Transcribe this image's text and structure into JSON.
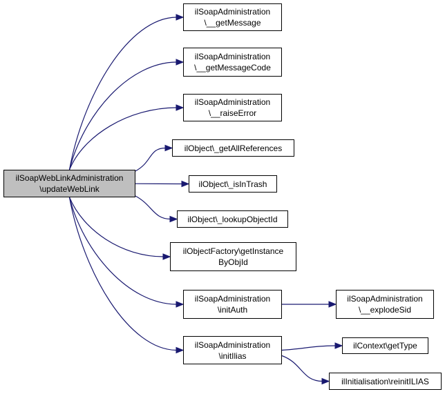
{
  "colors": {
    "edge": "#191970",
    "root_fill": "#bfbfbf",
    "node_fill": "#ffffff",
    "border": "#000000"
  },
  "nodes": {
    "root": [
      "ilSoapWebLinkAdministration",
      "\\updateWebLink"
    ],
    "getMessage": [
      "ilSoapAdministration",
      "\\__getMessage"
    ],
    "getMessageCode": [
      "ilSoapAdministration",
      "\\__getMessageCode"
    ],
    "raiseError": [
      "ilSoapAdministration",
      "\\__raiseError"
    ],
    "getAllReferences": [
      "ilObject\\_getAllReferences"
    ],
    "isInTrash": [
      "ilObject\\_isInTrash"
    ],
    "lookupObjectId": [
      "ilObject\\_lookupObjectId"
    ],
    "getInstanceByObjId": [
      "ilObjectFactory\\getInstance",
      "ByObjId"
    ],
    "initAuth": [
      "ilSoapAdministration",
      "\\initAuth"
    ],
    "explodeSid": [
      "ilSoapAdministration",
      "\\__explodeSid"
    ],
    "initIlias": [
      "ilSoapAdministration",
      "\\initIlias"
    ],
    "getType": [
      "ilContext\\getType"
    ],
    "reinitILIAS": [
      "ilInitialisation\\reinitILIAS"
    ]
  },
  "edges": [
    [
      "root",
      "getMessage"
    ],
    [
      "root",
      "getMessageCode"
    ],
    [
      "root",
      "raiseError"
    ],
    [
      "root",
      "getAllReferences"
    ],
    [
      "root",
      "isInTrash"
    ],
    [
      "root",
      "lookupObjectId"
    ],
    [
      "root",
      "getInstanceByObjId"
    ],
    [
      "root",
      "initAuth"
    ],
    [
      "root",
      "initIlias"
    ],
    [
      "initAuth",
      "explodeSid"
    ],
    [
      "initIlias",
      "getType"
    ],
    [
      "initIlias",
      "reinitILIAS"
    ]
  ]
}
